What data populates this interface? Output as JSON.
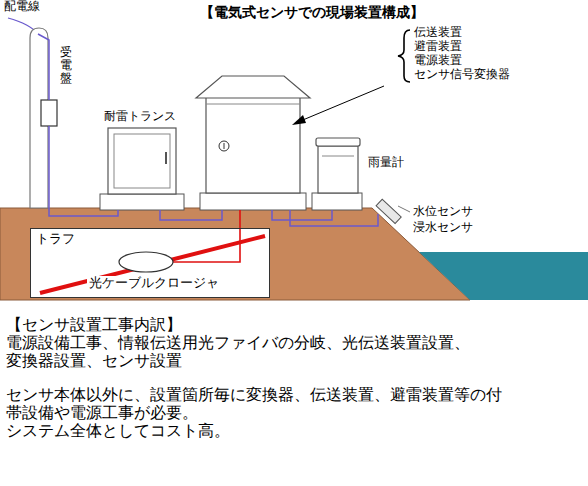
{
  "diagram": {
    "title": "【電気式センサでの現場装置構成】",
    "nodes": [
      {
        "text": [
          "トラフ",
          "光ケーブルクロージャ"
        ]
      }
    ],
    "edges": [],
    "labels": [
      "配電線",
      "受電盤",
      "伝送装置",
      "避雷装置",
      "電源装置",
      "センサ信号変換器",
      "耐雷トランス",
      "雨量計",
      "水位センサ",
      "浸水センサ",
      "【センサ設置工事内訳】",
      "電源設備工事、情報伝送用光ファイバの分岐、光伝送装置設置、",
      "変換器設置、センサ設置",
      "センサ本体以外に、設置箇所毎に変換器、伝送装置、避雷装置等の付",
      "帯設備や電源工事が必要。",
      "システム全体としてコスト高。"
    ]
  }
}
